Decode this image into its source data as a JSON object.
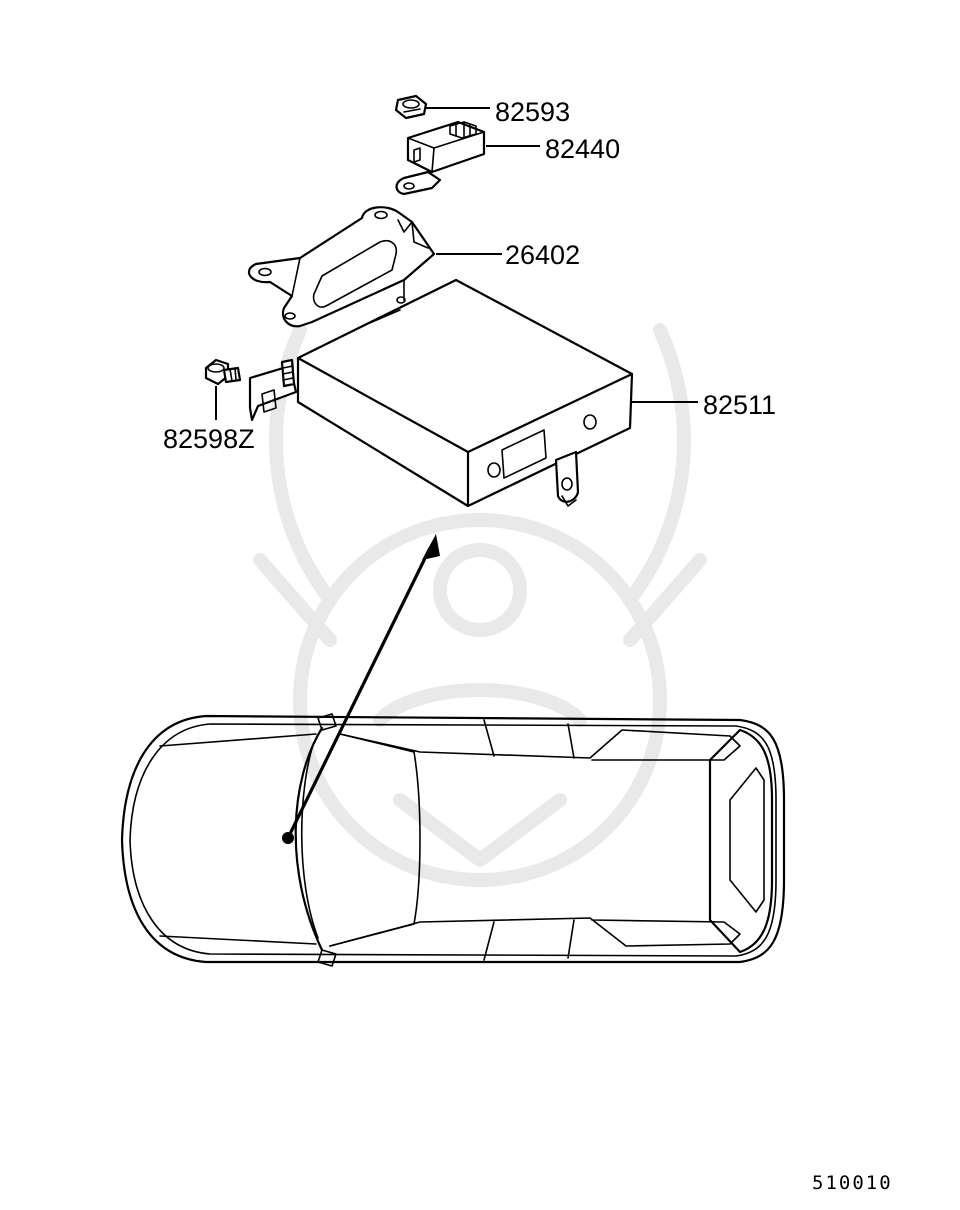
{
  "parts": [
    {
      "number": "82593"
    },
    {
      "number": "82440"
    },
    {
      "number": "26402"
    },
    {
      "number": "82511"
    },
    {
      "number": "82598Z"
    }
  ],
  "figure_id": "510010",
  "colors": {
    "line": "#000000",
    "background": "#ffffff",
    "watermark": "#e9e9e9"
  }
}
